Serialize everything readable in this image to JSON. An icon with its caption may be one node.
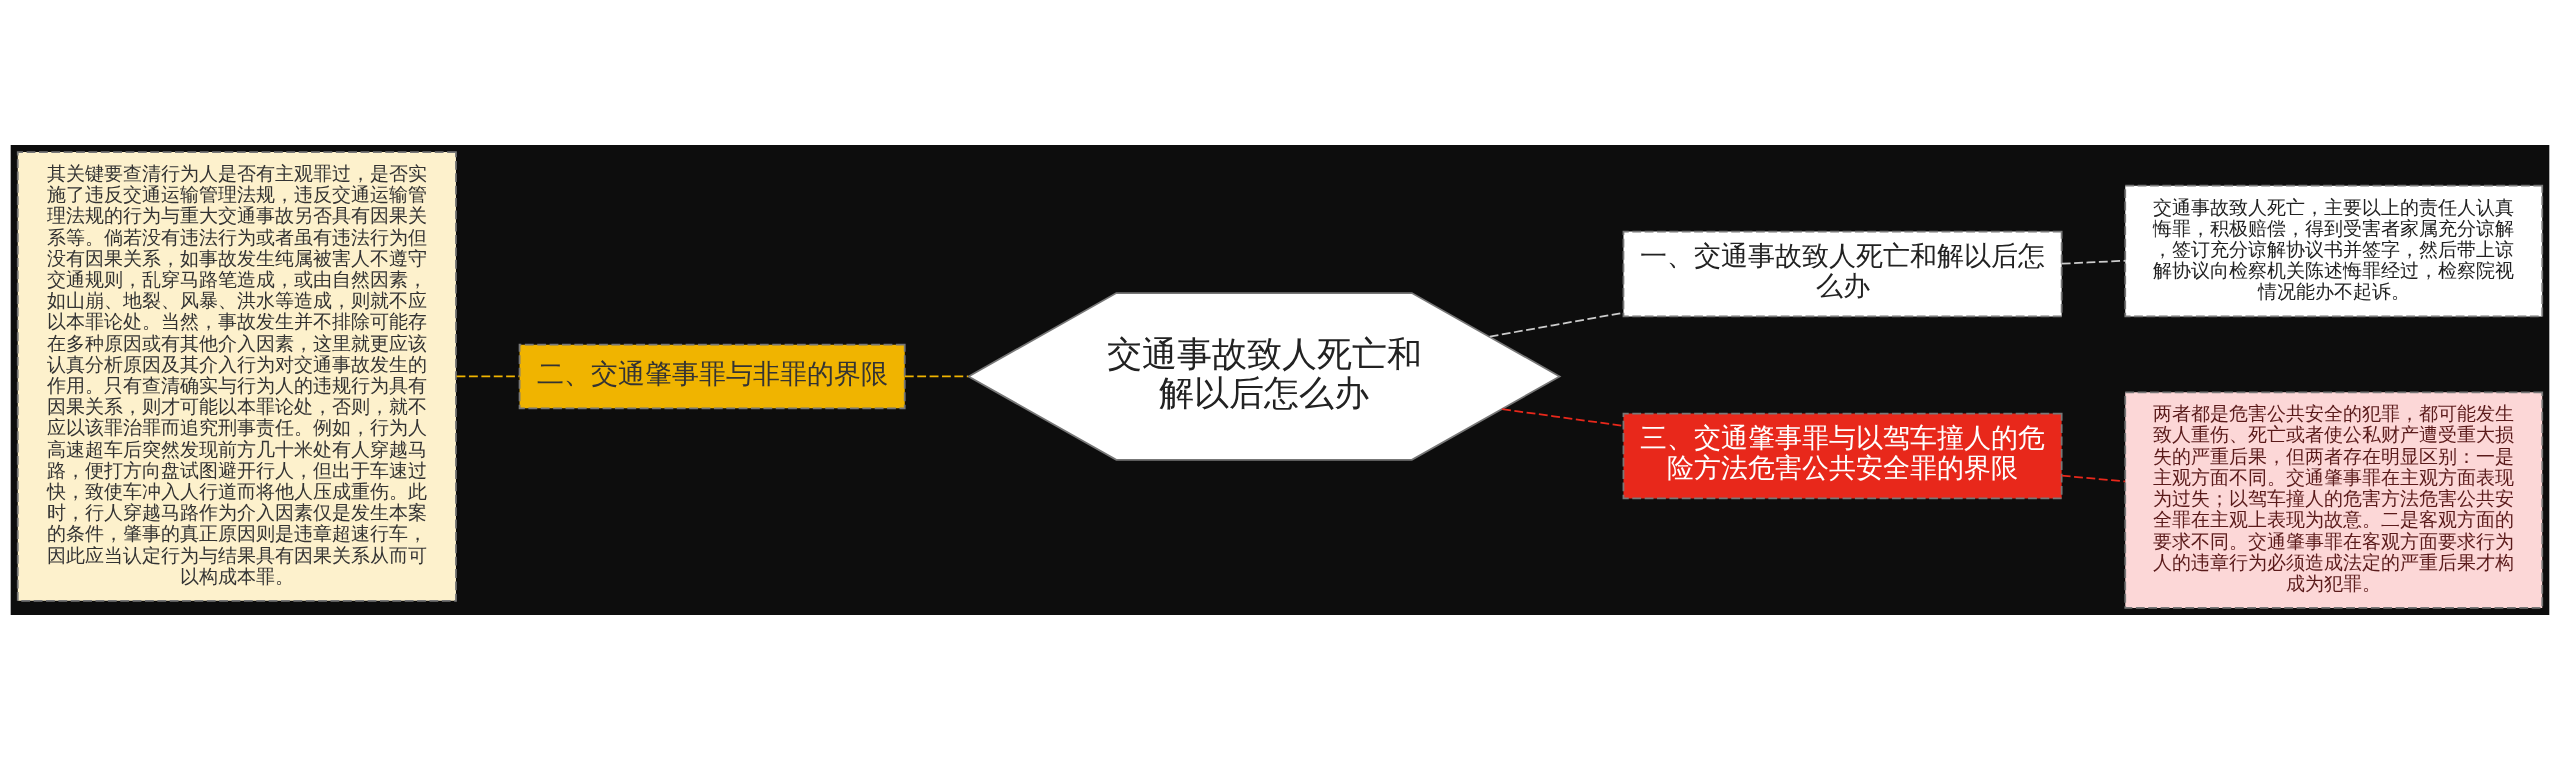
{
  "diagram": {
    "nodes": [
      {
        "text": [
          "其关键要查清行为人是否有主观罪过，是否实施了违反交通运输管理法规，违反交通运输管理法规的行为与重大交通事故另否具有因果关系等。倘若没有违法行为或者虽有违法行为但没有因果关系，如事故发生纯属被害人不遵守交通规则，乱穿马路笔造成，或由自然因素，如山崩、地裂、风暴、洪水等造成，则就不应以本罪论处。当然，事故发生并不排除可能存在多种原因或有其他介入因素，这里就更应该认真分析原因及其介入行为对交通事故发生的作用。只有查清确实与行为人的违规行为具有因果关系，则才可能以本罪论处，否则，就不应以该罪治罪而追究刑事责任。例如，行为人高速超车后突然发现前方几十米处有人穿越马路，便打方向盘试图避开行人，但出于车速过快，致使车冲入人行道而将他人压成重伤。此时，行人穿越马路作为介入因素仅是发生本案的条件，肇事的真正原因则是违章超速行车，因此应当认定行为与结果具有因果关系从而可以构成本罪。"
        ]
      },
      {
        "text": [
          "二、交通肇事罪与非罪的界限"
        ]
      },
      {
        "text": [
          "交通事故致人死亡和解以后怎么办"
        ]
      },
      {
        "text": [
          "一、交通事故致人死亡和解以后怎么办"
        ]
      },
      {
        "text": [
          "交通事故致人死亡，主要以上的责任人认真悔罪，积极赔偿，得到受害者家属充分谅解，签订充分谅解协议书并签字，然后带上谅解协议向检察机关陈述悔罪经过，检察院视情况能办不起诉。"
        ]
      },
      {
        "text": [
          "三、交通肇事罪与以驾车撞人的危险方法危害公共安全罪的界限"
        ]
      },
      {
        "text": [
          "两者都是危害公共安全的犯罪，都可能发生致人重伤、死亡或者使公私财产遭受重大损失的严重后果，但两者存在明显区别：一是主观方面不同。交通肇事罪在主观方面表现为过失；以驾车撞人的危害方法危害公共安全罪在主观上表现为故意。二是客观方面的要求不同。交通肇事罪在客观方面要求行为人的违章行为必须造成法定的严重后果才构成为犯罪。"
        ]
      }
    ],
    "edges": [
      {
        "from": 0,
        "to": 1,
        "arrow": "none",
        "style": "dashed",
        "color": "#f0b400"
      },
      {
        "from": 1,
        "to": 2,
        "arrow": "none",
        "style": "dashed",
        "color": "#f0b400"
      },
      {
        "from": 2,
        "to": 3,
        "arrow": "none",
        "style": "dashed",
        "color": "#cccccc"
      },
      {
        "from": 3,
        "to": 4,
        "arrow": "none",
        "style": "dashed",
        "color": "#cccccc"
      },
      {
        "from": 2,
        "to": 5,
        "arrow": "none",
        "style": "dashed",
        "color": "#e8281b"
      },
      {
        "from": 5,
        "to": 6,
        "arrow": "none",
        "style": "dashed",
        "color": "#e8281b"
      }
    ]
  }
}
